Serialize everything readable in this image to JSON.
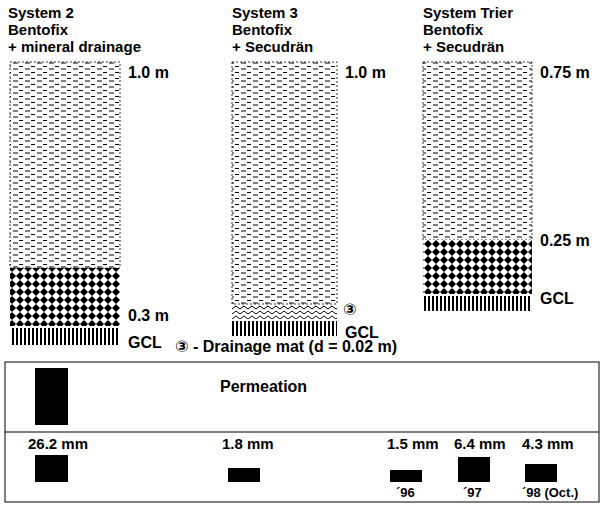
{
  "diagram": {
    "labels": [
      "System 2",
      "Bentofix",
      "+ mineral drainage",
      "System 3",
      "Bentofix",
      "+ Secudrän",
      "System Trier",
      "Bentofix",
      "+ Secudrän",
      "1.0 m",
      "0.3 m",
      "GCL",
      "1.0 m",
      "③",
      "GCL",
      "0.75 m",
      "0.25 m",
      "GCL",
      "③ - Drainage mat (d = 0.02 m)",
      "Permeation",
      "26.2 mm",
      "1.8 mm",
      "1.5 mm",
      "6.4 mm",
      "4.3 mm",
      "´96",
      "´97",
      "´98 (Oct.)"
    ]
  }
}
